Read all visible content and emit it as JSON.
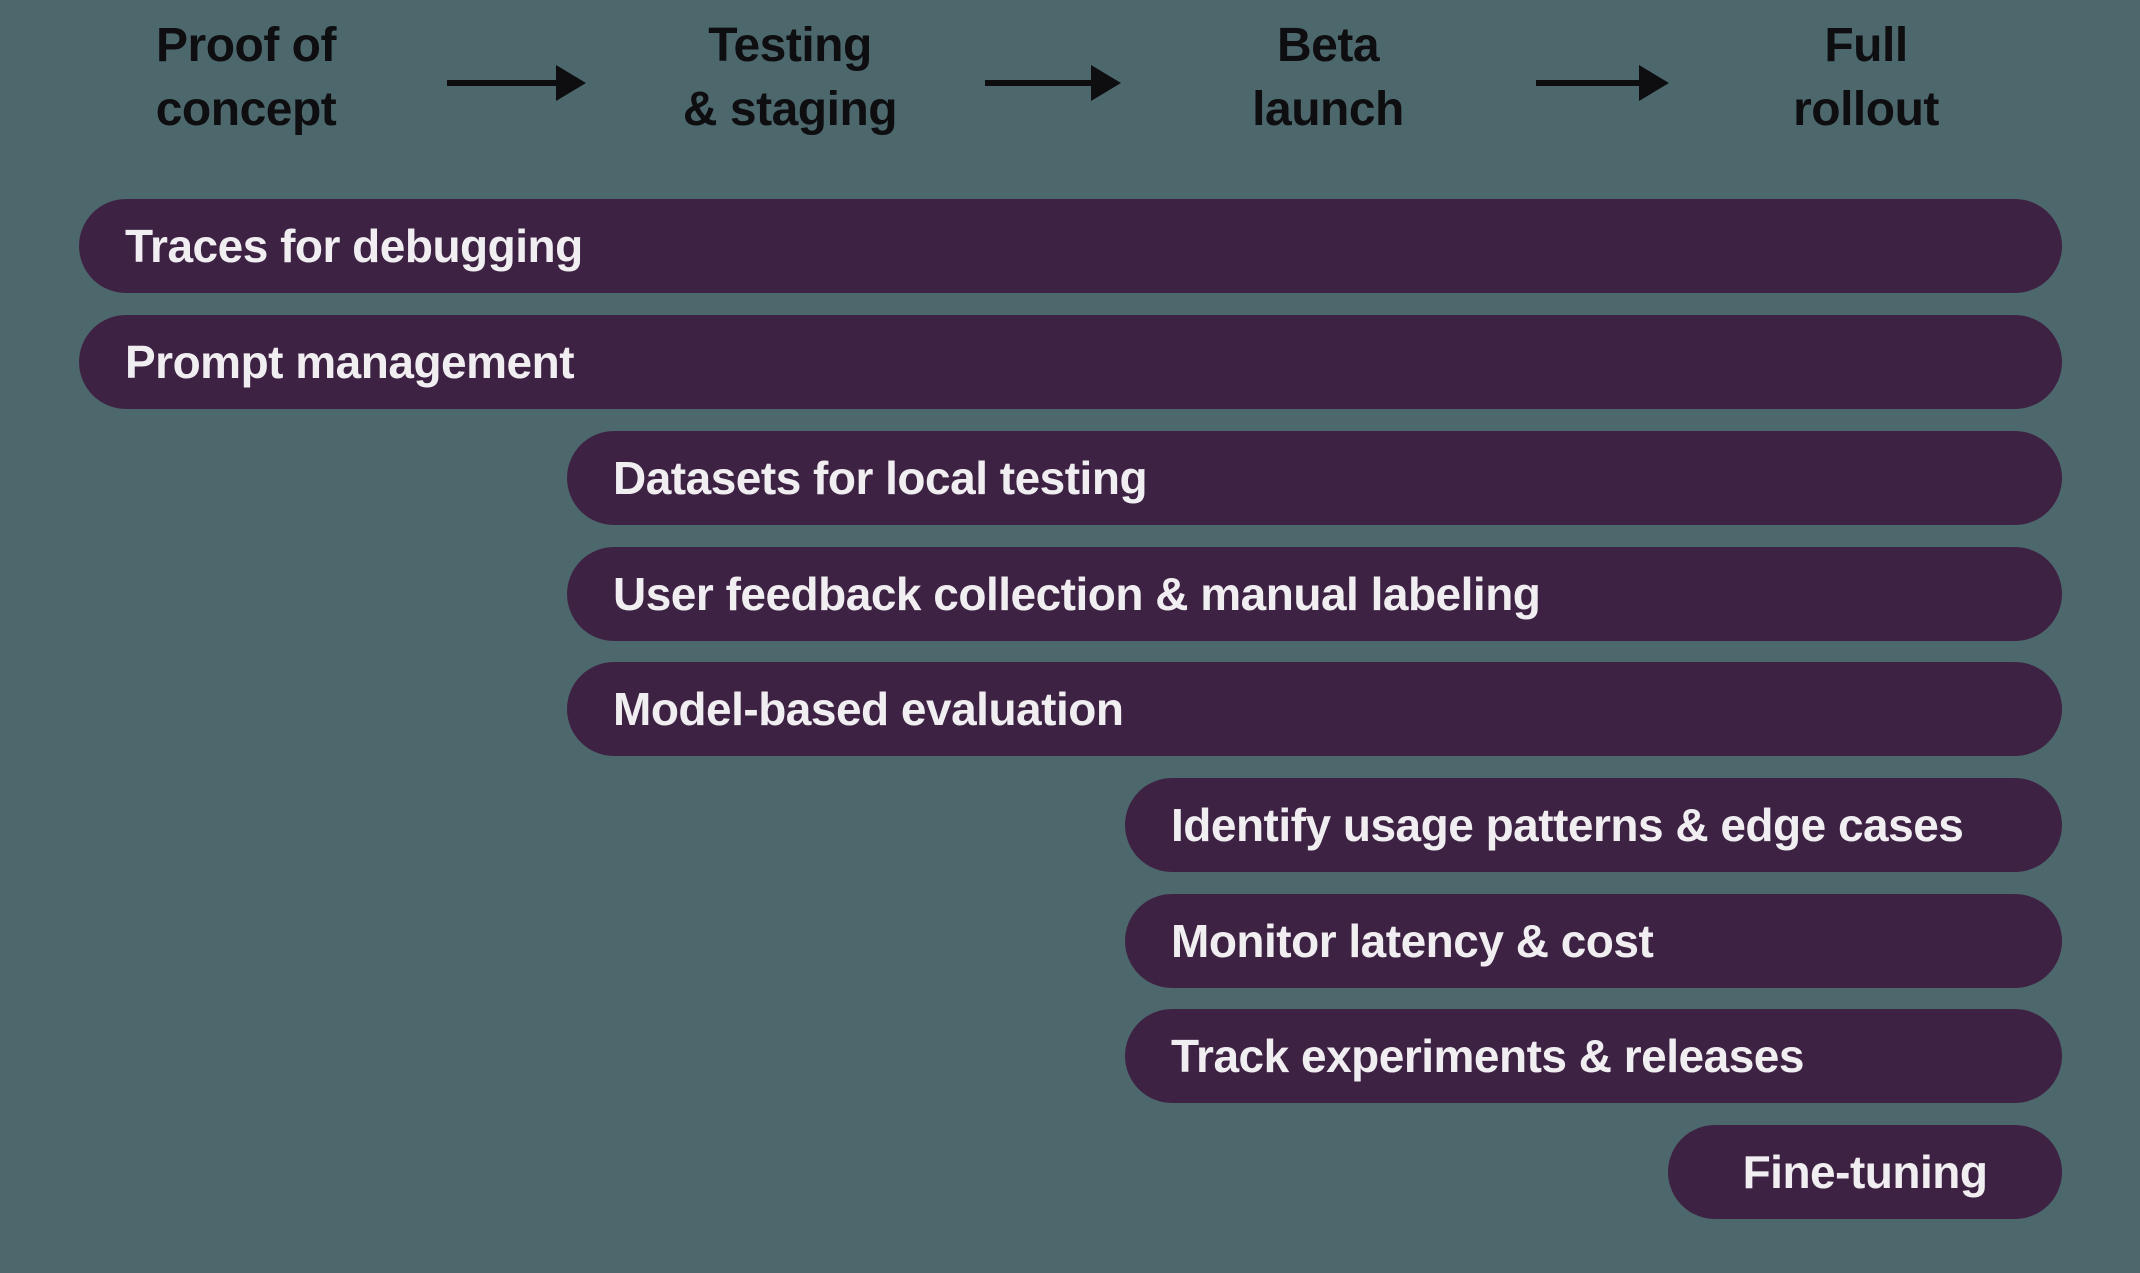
{
  "theme": {
    "background": "#4d686d",
    "bar": "#3e2243",
    "bar_text": "#f0eef1",
    "header_text": "#0e0e10"
  },
  "stages": [
    {
      "label": "Proof of\nconcept"
    },
    {
      "label": "Testing\n& staging"
    },
    {
      "label": "Beta\nlaunch"
    },
    {
      "label": "Full\nrollout"
    }
  ],
  "arrows": [
    {
      "name": "arrow-proof-to-testing"
    },
    {
      "name": "arrow-testing-to-beta"
    },
    {
      "name": "arrow-beta-to-rollout"
    }
  ],
  "bars": [
    {
      "label": "Traces for debugging",
      "start_stage": "Proof of concept"
    },
    {
      "label": "Prompt management",
      "start_stage": "Proof of concept"
    },
    {
      "label": "Datasets for local testing",
      "start_stage": "Testing & staging"
    },
    {
      "label": "User feedback collection & manual labeling",
      "start_stage": "Testing & staging"
    },
    {
      "label": "Model-based evaluation",
      "start_stage": "Testing & staging"
    },
    {
      "label": "Identify usage patterns & edge cases",
      "start_stage": "Beta launch"
    },
    {
      "label": "Monitor latency & cost",
      "start_stage": "Beta launch"
    },
    {
      "label": "Track experiments & releases",
      "start_stage": "Beta launch"
    },
    {
      "label": "Fine-tuning",
      "start_stage": "Full rollout"
    }
  ]
}
